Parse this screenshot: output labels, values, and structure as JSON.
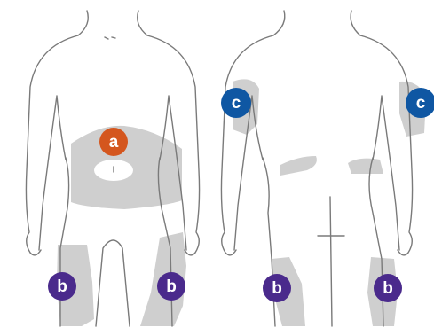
{
  "markers": {
    "a": {
      "label": "a",
      "color": "#d4561e"
    },
    "b": {
      "label": "b",
      "color": "#4a2a8c"
    },
    "c": {
      "label": "c",
      "color": "#0f57a3"
    }
  },
  "zone_color": "#cfcfcf",
  "outline_color": "#7a7a7a"
}
